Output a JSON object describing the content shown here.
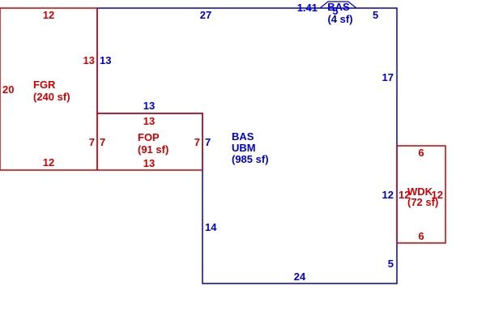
{
  "colors": {
    "primary": "#0000cc",
    "secondary": "#cc0000"
  },
  "areas": {
    "bas": {
      "code": "BAS",
      "code2": "UBM",
      "area": "(985 sf)"
    },
    "fgr": {
      "code": "FGR",
      "area": "(240 sf)"
    },
    "fop": {
      "code": "FOP",
      "area": "(91 sf)"
    },
    "wdk": {
      "code": "WDK",
      "area": "(72 sf)"
    },
    "bay": {
      "code": "BAS",
      "area": "(4 sf)"
    }
  },
  "dims": {
    "bas_top": "27",
    "bas_right_upper": "17",
    "bas_right_mid": "12",
    "bas_right_lower": "5",
    "bas_bottom": "24",
    "bas_left_lower": "14",
    "bas_left_mid": "7",
    "bas_left_upper": "13",
    "bas_step": "13",
    "bay_left": "1.41",
    "bay_right": "5",
    "bay_center": "5",
    "fgr_top": "12",
    "fgr_left": "20",
    "fgr_right": "13",
    "fgr_right_lower": "7",
    "fgr_bottom": "12",
    "fop_top": "13",
    "fop_left": "7",
    "fop_right": "7",
    "fop_bottom": "13",
    "wdk_top": "6",
    "wdk_left": "12",
    "wdk_right": "12",
    "wdk_bottom": "6"
  }
}
